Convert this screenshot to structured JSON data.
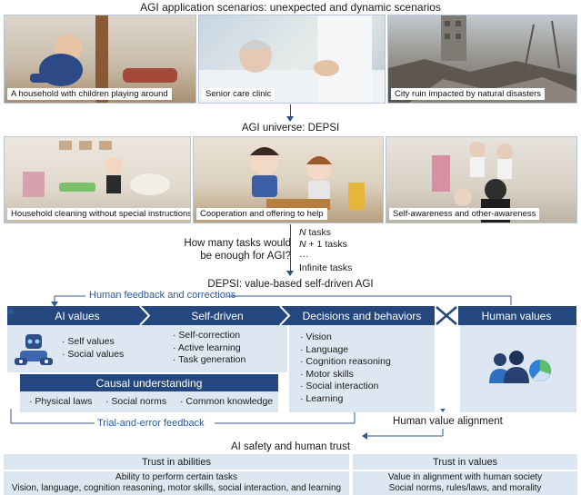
{
  "header": {
    "title": "AGI application scenarios: unexpected and dynamic scenarios"
  },
  "scenarios": [
    {
      "caption": "A household with children playing around"
    },
    {
      "caption": "Senior care clinic"
    },
    {
      "caption": "City ruin impacted by natural disasters"
    }
  ],
  "universe": {
    "title": "AGI universe: DEPSI"
  },
  "tasks": [
    {
      "caption": "Household cleaning without special instructions"
    },
    {
      "caption": "Cooperation and offering to help"
    },
    {
      "caption": "Self-awareness and other-awareness"
    }
  ],
  "question": {
    "line1": "How many tasks would",
    "line2": "be enough for AGI?"
  },
  "task_counts": {
    "n": "N",
    "n_suffix": " tasks",
    "n1": "N",
    "n1_suffix": " + 1 tasks",
    "dots": "···",
    "infinite": "Infinite tasks"
  },
  "depsi": {
    "title": "DEPSI: value-based self-driven AGI"
  },
  "feedback": {
    "human": "Human feedback and corrections",
    "trial": "Trial-and-error feedback"
  },
  "columns": {
    "ai_values": {
      "title": "AI values",
      "items": [
        "· Self values",
        "· Social values"
      ]
    },
    "self_driven": {
      "title": "Self-driven",
      "items": [
        "· Self-correction",
        "· Active learning",
        "· Task generation"
      ]
    },
    "decisions": {
      "title": "Decisions and behaviors",
      "items": [
        "· Vision",
        "· Language",
        "· Cognition reasoning",
        "· Motor skills",
        "· Social interaction",
        "· Learning"
      ]
    },
    "human_values": {
      "title": "Human values"
    }
  },
  "causal": {
    "title": "Causal understanding",
    "items": [
      "· Physical laws",
      "· Social norms",
      "· Common knowledge"
    ]
  },
  "alignment": {
    "label": "Human value alignment"
  },
  "safety": {
    "label": "AI safety and human trust"
  },
  "trust_abilities": {
    "title": "Trust in abilities",
    "line1": "Ability to perform certain tasks",
    "line2": "Vision, language, cognition reasoning, motor skills, social interaction, and learning"
  },
  "trust_values": {
    "title": "Trust in values",
    "line1": "Value in alignment with human society",
    "line2": "Social norms, rules/laws, and morality"
  },
  "colors": {
    "band": "#23477e",
    "panel": "#dde7f1",
    "accent_blue": "#2f5a96",
    "pie_green": "#5bbf6b",
    "pie_blue": "#2f7fd6"
  },
  "icons": [
    "robot-icon",
    "people-icon",
    "pie-chart-icon"
  ]
}
